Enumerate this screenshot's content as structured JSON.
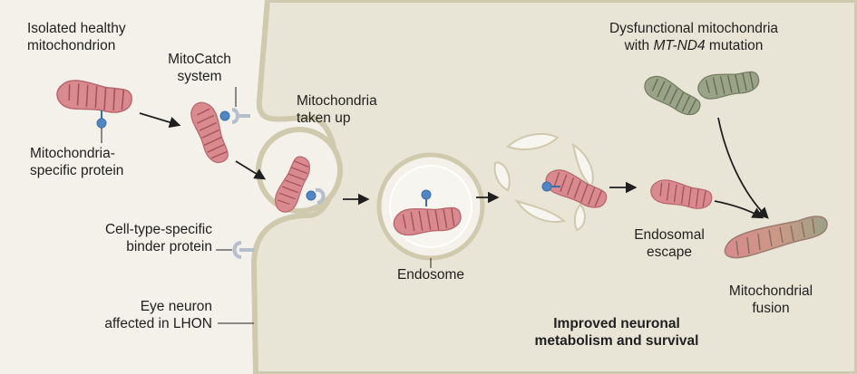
{
  "labels": {
    "isolated_line1": "Isolated healthy",
    "isolated_line2": "mitochondrion",
    "protein_line1": "Mitochondria-",
    "protein_line2": "specific protein",
    "mitocatch_line1": "MitoCatch",
    "mitocatch_line2": "system",
    "takenup_line1": "Mitochondria",
    "takenup_line2": "taken up",
    "binder_line1": "Cell-type-specific",
    "binder_line2": "binder protein",
    "neuron_line1": "Eye neuron",
    "neuron_line2": "affected in LHON",
    "endosome": "Endosome",
    "escape_line1": "Endosomal",
    "escape_line2": "escape",
    "dysfunctional_line1": "Dysfunctional mitochondria",
    "dysfunctional_line2_pre": "with ",
    "dysfunctional_line2_gene": "MT-ND4",
    "dysfunctional_line2_post": " mutation",
    "fusion_line1": "Mitochondrial",
    "fusion_line2": "fusion",
    "outcome_line1": "Improved neuronal",
    "outcome_line2": "metabolism and survival"
  },
  "colors": {
    "background": "#f3f1ea",
    "cell_fill": "#e9e5d6",
    "membrane": "#cfc9ad",
    "healthy_mito": "#d98a8e",
    "healthy_mito_crista": "#a65158",
    "dysfunctional_mito": "#9aa287",
    "dysfunctional_mito_crista": "#5f6a4f",
    "protein_blue": "#4f86c6",
    "binder_gray": "#b5bfcc"
  }
}
